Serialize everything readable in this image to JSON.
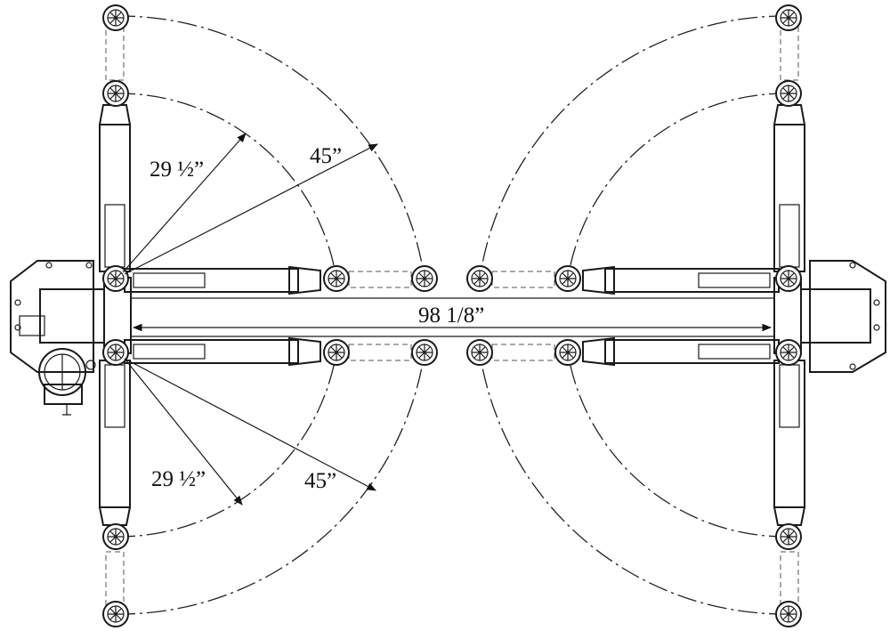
{
  "diagram": {
    "dimensions": {
      "width_between_columns": "98 1/8”",
      "upper_short_radius": "29 ½”",
      "upper_long_radius": "45”",
      "lower_short_radius": "29 ½”",
      "lower_long_radius": "45”"
    },
    "parts": [
      "left-column",
      "right-column",
      "swing-arms",
      "lift-pads",
      "power-unit"
    ]
  }
}
